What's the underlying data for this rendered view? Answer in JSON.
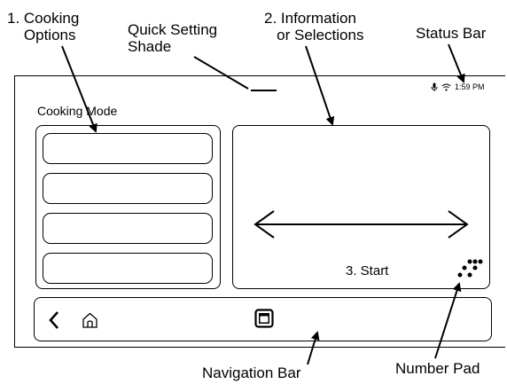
{
  "callouts": {
    "cooking_options": "1. Cooking\n    Options",
    "quick_setting_shade": "Quick Setting\nShade",
    "information_selections": "2. Information\n   or Selections",
    "status_bar": "Status Bar",
    "navigation_bar": "Navigation Bar",
    "number_pad": "Number Pad"
  },
  "screen": {
    "cooking_mode_title": "Cooking Mode",
    "status_time": "1:59 PM",
    "start_label": "3. Start",
    "option_buttons": [
      "",
      "",
      "",
      ""
    ]
  },
  "icons": {
    "status": [
      "microphone-icon",
      "wifi-icon"
    ],
    "nav": [
      "back-icon",
      "home-icon",
      "recent-apps-icon"
    ],
    "info": [
      "double-arrow-icon",
      "number-pad-icon"
    ]
  }
}
